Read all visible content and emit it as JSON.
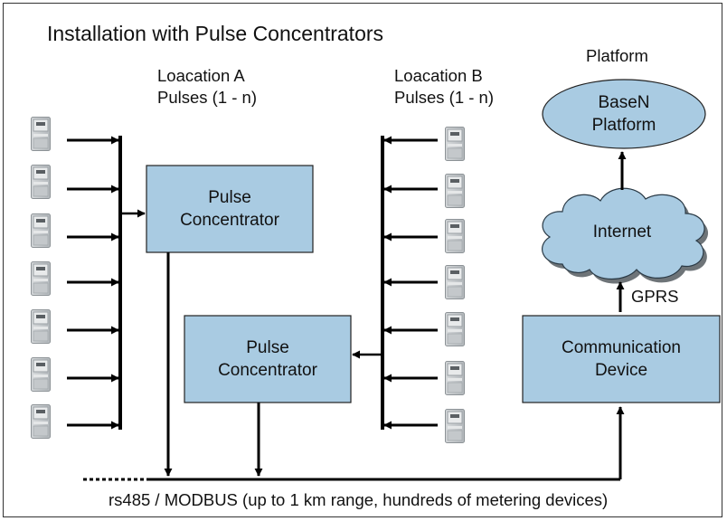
{
  "diagram": {
    "title": "Installation with Pulse Concentrators",
    "location_a": {
      "line1": "Loacation A",
      "line2": "Pulses (1 - n)"
    },
    "location_b": {
      "line1": "Loacation B",
      "line2": "Pulses (1 - n)"
    },
    "platform_label": "Platform",
    "concentrator_1": {
      "line1": "Pulse",
      "line2": "Concentrator"
    },
    "concentrator_2": {
      "line1": "Pulse",
      "line2": "Concentrator"
    },
    "comm_device": {
      "line1": "Communication",
      "line2": "Device"
    },
    "basen": {
      "line1": "BaseN",
      "line2": "Platform"
    },
    "internet": "Internet",
    "gprs": "GPRS",
    "bus_label": "rs485 / MODBUS (up to 1 km range, hundreds of metering devices)",
    "meter_count_a": 7,
    "meter_count_b": 7,
    "colors": {
      "box_fill": "#a9cbe2",
      "line": "#000000",
      "meter": "#c9cdd0"
    },
    "icons": [
      "energy-meter-icon",
      "cloud-icon",
      "arrow-icon"
    ]
  }
}
